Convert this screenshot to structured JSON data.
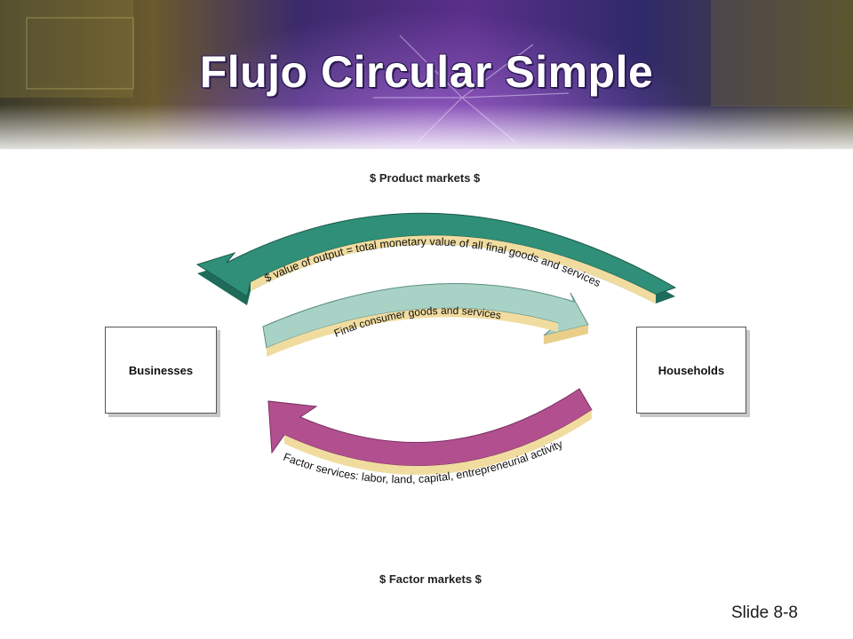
{
  "slide": {
    "title": "Flujo Circular Simple",
    "slide_number": "Slide 8-8"
  },
  "diagram": {
    "left_box": "Businesses",
    "right_box": "Households",
    "top_label": "$ Product markets $",
    "bottom_label": "$ Factor markets $",
    "arrows": {
      "product_value": "$ value of output = total monetary value of all final goods and services",
      "consumer_goods": "Final consumer goods and services",
      "factor_services": "Factor services: labor, land, capital, entrepreneurial activity"
    },
    "colors": {
      "teal": "#2f8f78",
      "light_teal": "#a9d2c6",
      "magenta": "#b2508f",
      "edge": "#f1dca0"
    }
  }
}
